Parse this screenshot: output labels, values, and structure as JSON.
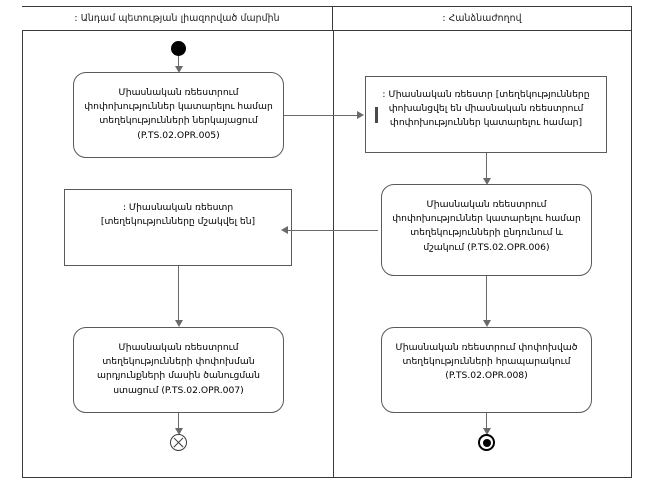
{
  "diagram": {
    "type": "uml-activity-diagram",
    "lanes": [
      {
        "id": "left",
        "label": ": Անդամ պետության լիազորված մարմին"
      },
      {
        "id": "right",
        "label": ": Հանձնաժողով"
      }
    ],
    "nodes": {
      "initial": {
        "kind": "initial-node",
        "lane": "left"
      },
      "left_action_1": {
        "kind": "action",
        "lane": "left",
        "text": "Միասնական ռեեստրում փոփոխություններ կատարելու համար տեղեկությունների ներկայացում (P.TS.02.OPR.005)"
      },
      "right_object_1": {
        "kind": "object-node",
        "lane": "right",
        "text": ": Միասնական ռեեստր [տեղեկությունները փոխանցվել են միասնական ռեեստրում փոփոխություններ կատարելու համար]"
      },
      "right_action_1": {
        "kind": "action",
        "lane": "right",
        "text": "Միասնական ռեեստրում փոփոխություններ կատարելու համար տեղեկությունների ընդունում և մշակում (P.TS.02.OPR.006)"
      },
      "left_object_1": {
        "kind": "object-node",
        "lane": "left",
        "text": ": Միասնական ռեեստր [տեղեկությունները մշակվել են]"
      },
      "left_action_2": {
        "kind": "action",
        "lane": "left",
        "text": "Միասնական ռեեստրում տեղեկությունների փոփոխման արդյունքների մասին ծանուցման ստացում (P.TS.02.OPR.007)"
      },
      "right_action_2": {
        "kind": "action",
        "lane": "right",
        "text": "Միասնական ռեեստրում փոփոխված տեղեկությունների հրապարակում (P.TS.02.OPR.008)"
      },
      "flow_final": {
        "kind": "flow-final-node",
        "lane": "left"
      },
      "activity_final": {
        "kind": "activity-final-node",
        "lane": "right"
      }
    },
    "colors": {
      "frame": "#3a3a3a",
      "node_border": "#5a5a5a",
      "edge": "#6a6a6a",
      "text": "#000000",
      "background": "#ffffff"
    }
  }
}
